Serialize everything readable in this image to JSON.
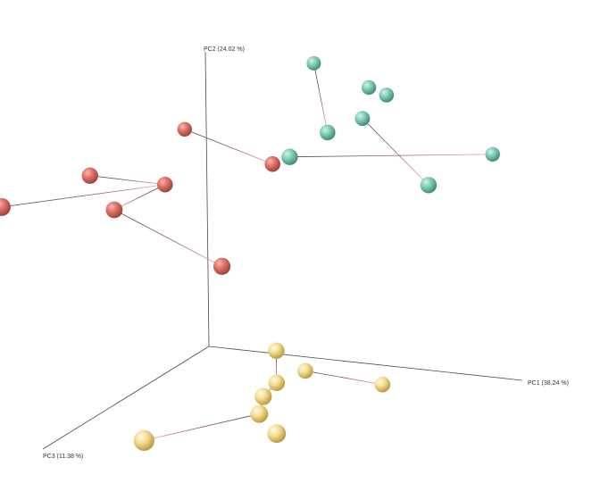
{
  "chart_data": {
    "type": "scatter",
    "subtype": "3d-pcoa",
    "axes": {
      "x": {
        "label": "PC1 (38.24 %)"
      },
      "y": {
        "label": "PC2 (24.02 %)"
      },
      "z": {
        "label": "PC3 (11.38 %)"
      }
    },
    "grid": false,
    "legend": "none",
    "series": [
      {
        "color": "#e07268",
        "points": [
          {
            "x": -0.05,
            "y": 0.82,
            "z": 0.05
          },
          {
            "x": 0.3,
            "y": 0.78,
            "z": 0.2
          },
          {
            "x": -0.25,
            "y": 0.7,
            "z": 0.3
          },
          {
            "x": -0.45,
            "y": 0.62,
            "z": 0.5
          },
          {
            "x": -0.05,
            "y": 0.66,
            "z": 0.2
          },
          {
            "x": -0.15,
            "y": 0.6,
            "z": 0.35
          },
          {
            "x": 0.22,
            "y": 0.45,
            "z": 0.4
          }
        ],
        "links": [
          [
            0,
            1
          ],
          [
            2,
            4
          ],
          [
            3,
            4
          ],
          [
            4,
            5
          ],
          [
            5,
            6
          ]
        ]
      },
      {
        "color": "#7ecdb8",
        "points": [
          {
            "x": 0.35,
            "y": 1.1,
            "z": 0.0
          },
          {
            "x": 0.55,
            "y": 1.05,
            "z": 0.05
          },
          {
            "x": 0.62,
            "y": 1.04,
            "z": 0.08
          },
          {
            "x": 0.55,
            "y": 0.95,
            "z": 0.1
          },
          {
            "x": 0.48,
            "y": 0.92,
            "z": 0.2
          },
          {
            "x": 0.4,
            "y": 0.85,
            "z": 0.3
          },
          {
            "x": 0.95,
            "y": 0.85,
            "z": 0.05
          },
          {
            "x": 0.85,
            "y": 0.8,
            "z": 0.3
          }
        ],
        "links": [
          [
            0,
            4
          ],
          [
            3,
            7
          ],
          [
            5,
            6
          ]
        ]
      },
      {
        "color": "#f5dc8e",
        "points": [
          {
            "x": 0.35,
            "y": 0.12,
            "z": 0.3
          },
          {
            "x": 0.4,
            "y": 0.02,
            "z": 0.2
          },
          {
            "x": 0.35,
            "y": 0.0,
            "z": 0.3
          },
          {
            "x": 0.35,
            "y": -0.02,
            "z": 0.4
          },
          {
            "x": 0.38,
            "y": -0.05,
            "z": 0.5
          },
          {
            "x": 0.65,
            "y": 0.0,
            "z": 0.2
          },
          {
            "x": 0.48,
            "y": -0.08,
            "z": 0.6
          },
          {
            "x": 0.18,
            "y": -0.05,
            "z": 0.9
          }
        ],
        "links": [
          [
            0,
            2
          ],
          [
            1,
            5
          ],
          [
            2,
            3
          ],
          [
            3,
            4
          ],
          [
            4,
            7
          ]
        ]
      }
    ]
  }
}
